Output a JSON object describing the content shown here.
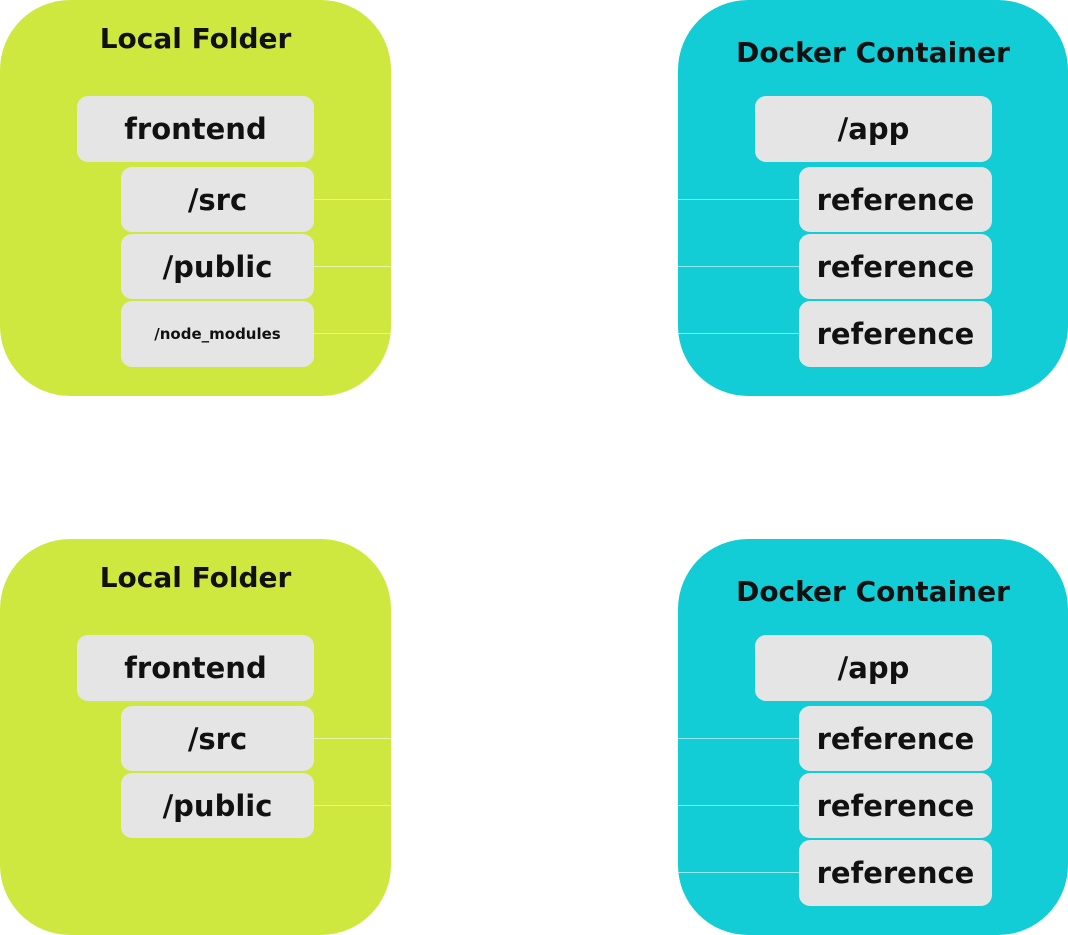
{
  "colors": {
    "local_panel": "#cfe83f",
    "docker_panel": "#12ccd6",
    "node_fill": "#e5e5e5",
    "text": "#111111"
  },
  "top": {
    "local": {
      "title": "Local Folder",
      "root": "frontend",
      "children": [
        "/src",
        "/public",
        "/node_modules"
      ]
    },
    "docker": {
      "title": "Docker Container",
      "root": "/app",
      "children": [
        "reference",
        "reference",
        "reference"
      ]
    }
  },
  "bottom": {
    "local": {
      "title": "Local Folder",
      "root": "frontend",
      "children": [
        "/src",
        "/public"
      ]
    },
    "docker": {
      "title": "Docker Container",
      "root": "/app",
      "children": [
        "reference",
        "reference",
        "reference"
      ]
    }
  }
}
